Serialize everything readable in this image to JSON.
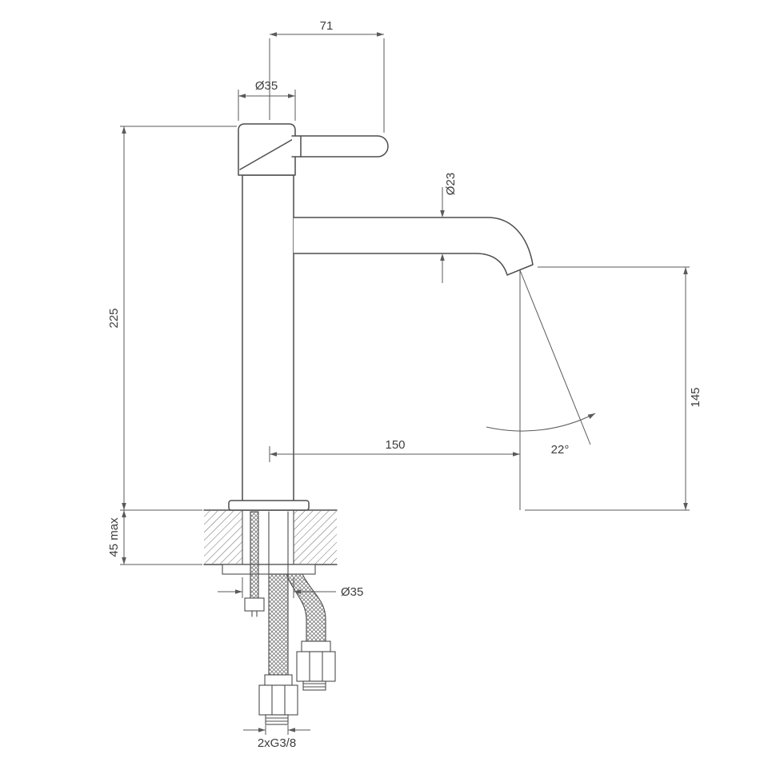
{
  "drawing": {
    "type": "technical-dimension-drawing",
    "subject": "single-lever tall basin mixer tap, side view with mounting hardware",
    "colors": {
      "line_color": "#4d4d4d",
      "dimension_color": "#5a5a5a",
      "background": "#ffffff"
    },
    "dimensions": {
      "handle_length": "71",
      "body_diameter": "Ø35",
      "spout_diameter": "Ø23",
      "total_height": "225",
      "spout_height": "145",
      "spout_reach": "150",
      "stream_angle": "22°",
      "max_deck_thickness": "45 max",
      "hole_diameter": "Ø35",
      "hose_connection": "2xG3/8"
    }
  }
}
